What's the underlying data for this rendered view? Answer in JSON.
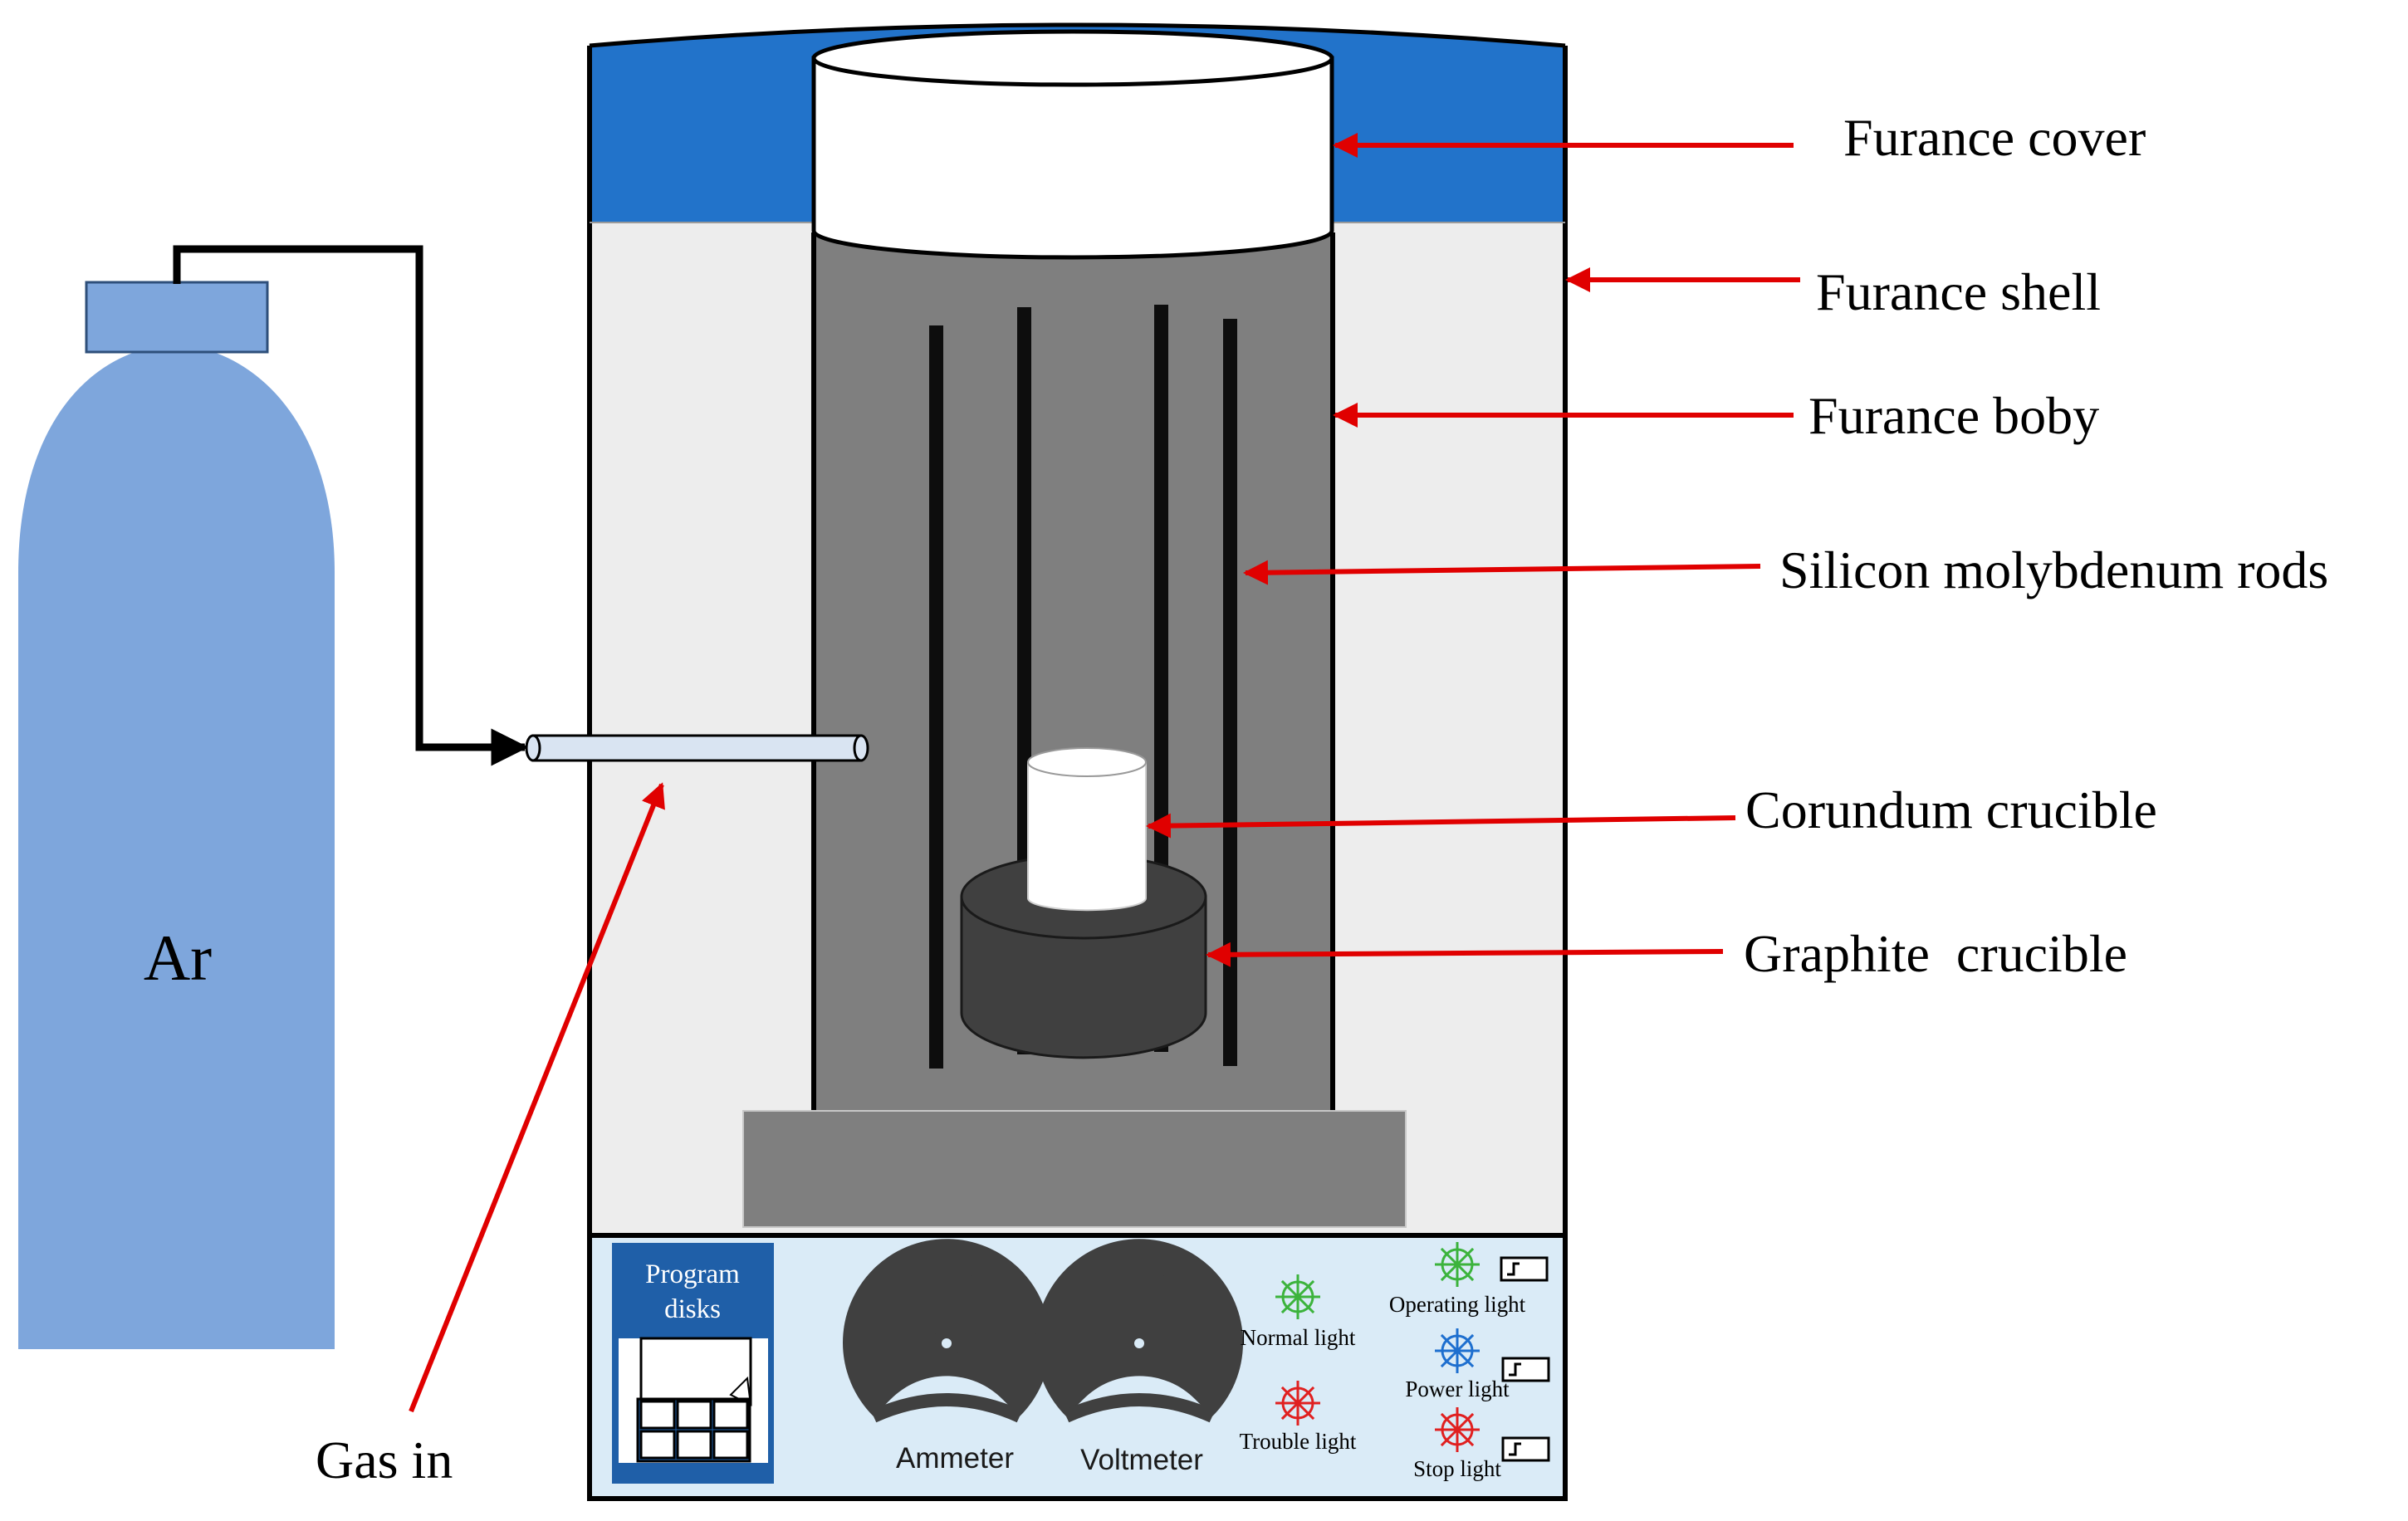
{
  "cylinder": {
    "label": "Ar",
    "fill": "#7EA6DC"
  },
  "labels": {
    "cover": "Furance cover",
    "shell": "Furance shell",
    "body": "Furance boby",
    "rods": "Silicon molybdenum rods",
    "corundum": "Corundum crucible",
    "graphite": "Graphite  crucible",
    "gas_in": "Gas in"
  },
  "panel": {
    "program_disks_line1": "Program",
    "program_disks_line2": "disks",
    "ammeter": "Ammeter",
    "voltmeter": "Voltmeter",
    "normal_light": "Normal light",
    "trouble_light": "Trouble light",
    "operating_light": "Operating light",
    "power_light": "Power light",
    "stop_light": "Stop light"
  },
  "colors": {
    "cover_blue": "#2273CA",
    "shell_gray": "#EDEDED",
    "body_gray": "#7F7F7F",
    "base_gray": "#7F7F7F",
    "graphite": "#404040",
    "rod": "#0D0D0D",
    "panel_bg": "#DAEBF7",
    "program_blue": "#1F5FA8",
    "arrow_red": "#E00000",
    "light_green": "#3CB33C",
    "light_red": "#E02020",
    "light_blue": "#1E6FCF"
  }
}
